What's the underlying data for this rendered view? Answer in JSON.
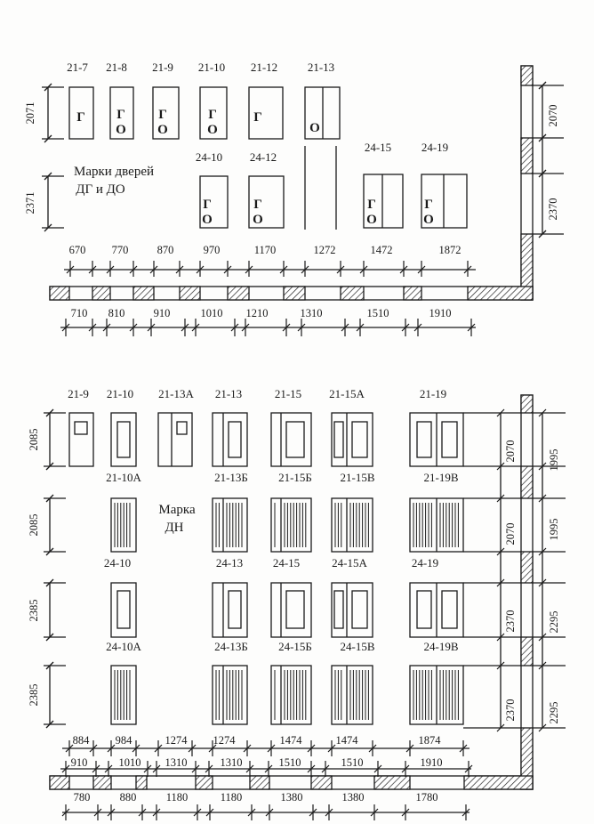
{
  "diagram": {
    "top": {
      "note": [
        "Марки дверей",
        "ДГ и ДО"
      ],
      "row1_marks": [
        "21-7",
        "21-8",
        "21-9",
        "21-10",
        "21-12",
        "21-13"
      ],
      "row2_marks": [
        "24-10",
        "24-12",
        "24-15",
        "24-19"
      ],
      "height_row1": "2071",
      "height_row2": "2371",
      "letters": [
        "Г",
        "О"
      ],
      "wall_dims": [
        "2070",
        "2370"
      ],
      "dim_row1": [
        "670",
        "770",
        "870",
        "970",
        "1170",
        "1272",
        "1472",
        "1872"
      ],
      "dim_row2": [
        "710",
        "810",
        "910",
        "1010",
        "1210",
        "1310",
        "1510",
        "1910"
      ]
    },
    "bottom": {
      "note": [
        "Марка",
        "ДН"
      ],
      "row1_marks": [
        "21-9",
        "21-10",
        "21-13А",
        "21-13",
        "21-15",
        "21-15А",
        "21-19"
      ],
      "row2_marks": [
        "21-10А",
        "21-13Б",
        "21-15Б",
        "21-15В",
        "21-19В"
      ],
      "row3_marks": [
        "24-10",
        "24-13",
        "24-15",
        "24-15А",
        "24-19"
      ],
      "row4_marks": [
        "24-10А",
        "24-13Б",
        "24-15Б",
        "24-15В",
        "24-19В"
      ],
      "left_heights": [
        "2085",
        "2085",
        "2385",
        "2385"
      ],
      "right_inner": [
        "2070",
        "2070",
        "2370",
        "2370"
      ],
      "right_outer": [
        "1995",
        "1995",
        "2295",
        "2295"
      ],
      "dim_row1": [
        "884",
        "984",
        "1274",
        "1274",
        "1474",
        "1474",
        "1874"
      ],
      "dim_row2": [
        "910",
        "1010",
        "1310",
        "1310",
        "1510",
        "1510",
        "1910"
      ],
      "dim_row3": [
        "780",
        "880",
        "1180",
        "1180",
        "1380",
        "1380",
        "1780"
      ]
    }
  }
}
